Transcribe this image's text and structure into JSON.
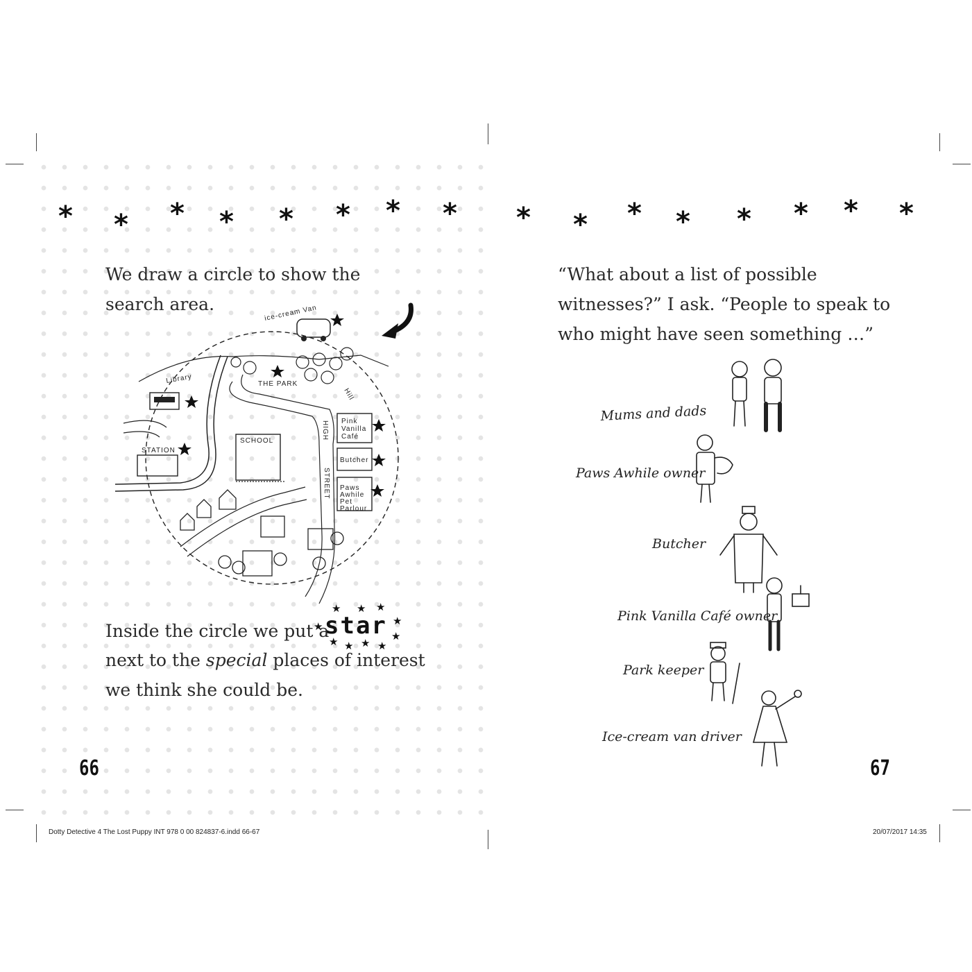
{
  "left_page": {
    "paragraph_1": "We draw a circle to show the search area.",
    "paragraph_2_before_star": "Inside the circle we put a",
    "star_word": "star",
    "paragraph_2_line_2_start": "next to the ",
    "paragraph_2_special": "special",
    "paragraph_2_line_2_end": " places of interest",
    "paragraph_2_line_3": "we think she could be.",
    "page_number": "66",
    "map": {
      "labels": {
        "ice_cream_van": "ice-cream Van",
        "the_park": "THE PARK",
        "hill": "Hill",
        "library": "Library",
        "station": "STATION",
        "school": "SCHOOL",
        "high": "HIGH",
        "street": "STREET",
        "pink_vanilla_cafe": [
          "Pink",
          "Vanilla",
          "Café"
        ],
        "butcher": "Butcher",
        "paws_awhile": [
          "Paws",
          "Awhile",
          "Pet",
          "Parlour"
        ]
      }
    }
  },
  "right_page": {
    "paragraph_line_1": "“What about a list of possible",
    "paragraph_line_2": "witnesses?” I ask. “People to speak to",
    "paragraph_line_3": "who might have seen something …”",
    "witnesses": [
      "Mums and dads",
      "Paws Awhile owner",
      "Butcher",
      "Pink Vanilla Café owner",
      "Park keeper",
      "Ice-cream van driver"
    ],
    "page_number": "67"
  },
  "footer": {
    "slug_left": "Dotty Detective 4 The Lost Puppy INT 978 0 00 824837-6.indd   66-67",
    "slug_right": "20/07/2017   14:35"
  },
  "decoration": {
    "asterisk_glyph": "*",
    "dot_color": "#e4e4e4",
    "ink_color": "#111111"
  }
}
